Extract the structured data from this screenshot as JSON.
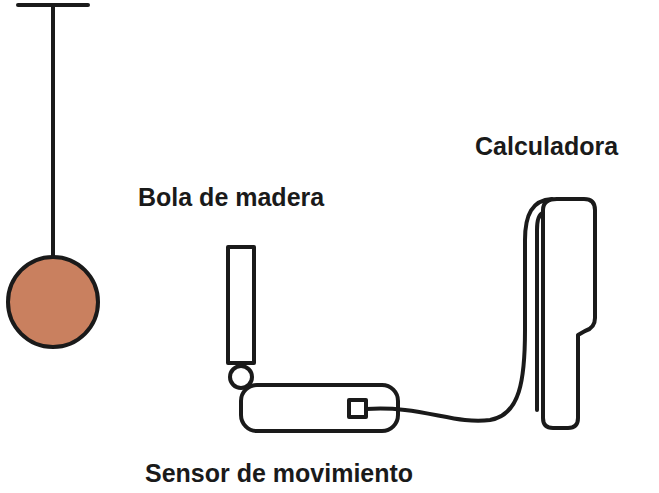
{
  "diagram": {
    "labels": [
      "Calculadora",
      "Bola de madera",
      "Sensor de movimiento"
    ]
  }
}
